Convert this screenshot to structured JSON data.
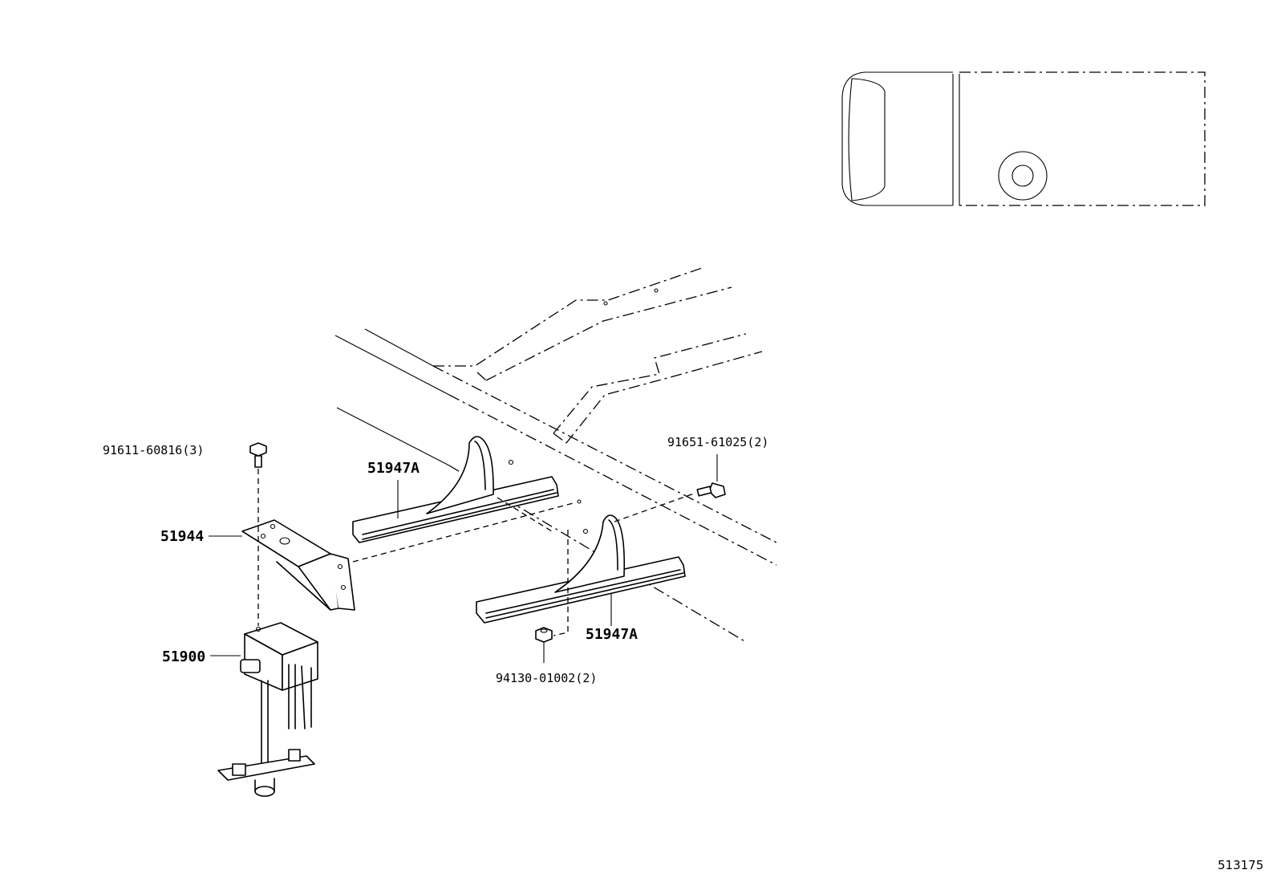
{
  "diagram": {
    "part_labels": {
      "bolt_top_left": "91611-60816(3)",
      "rail_upper": "51947A",
      "bracket": "51944",
      "bolt_right": "91651-61025(2)",
      "carrier": "51900",
      "rail_lower": "51947A",
      "nut": "94130-01002(2)"
    },
    "diagram_id": "513175"
  }
}
